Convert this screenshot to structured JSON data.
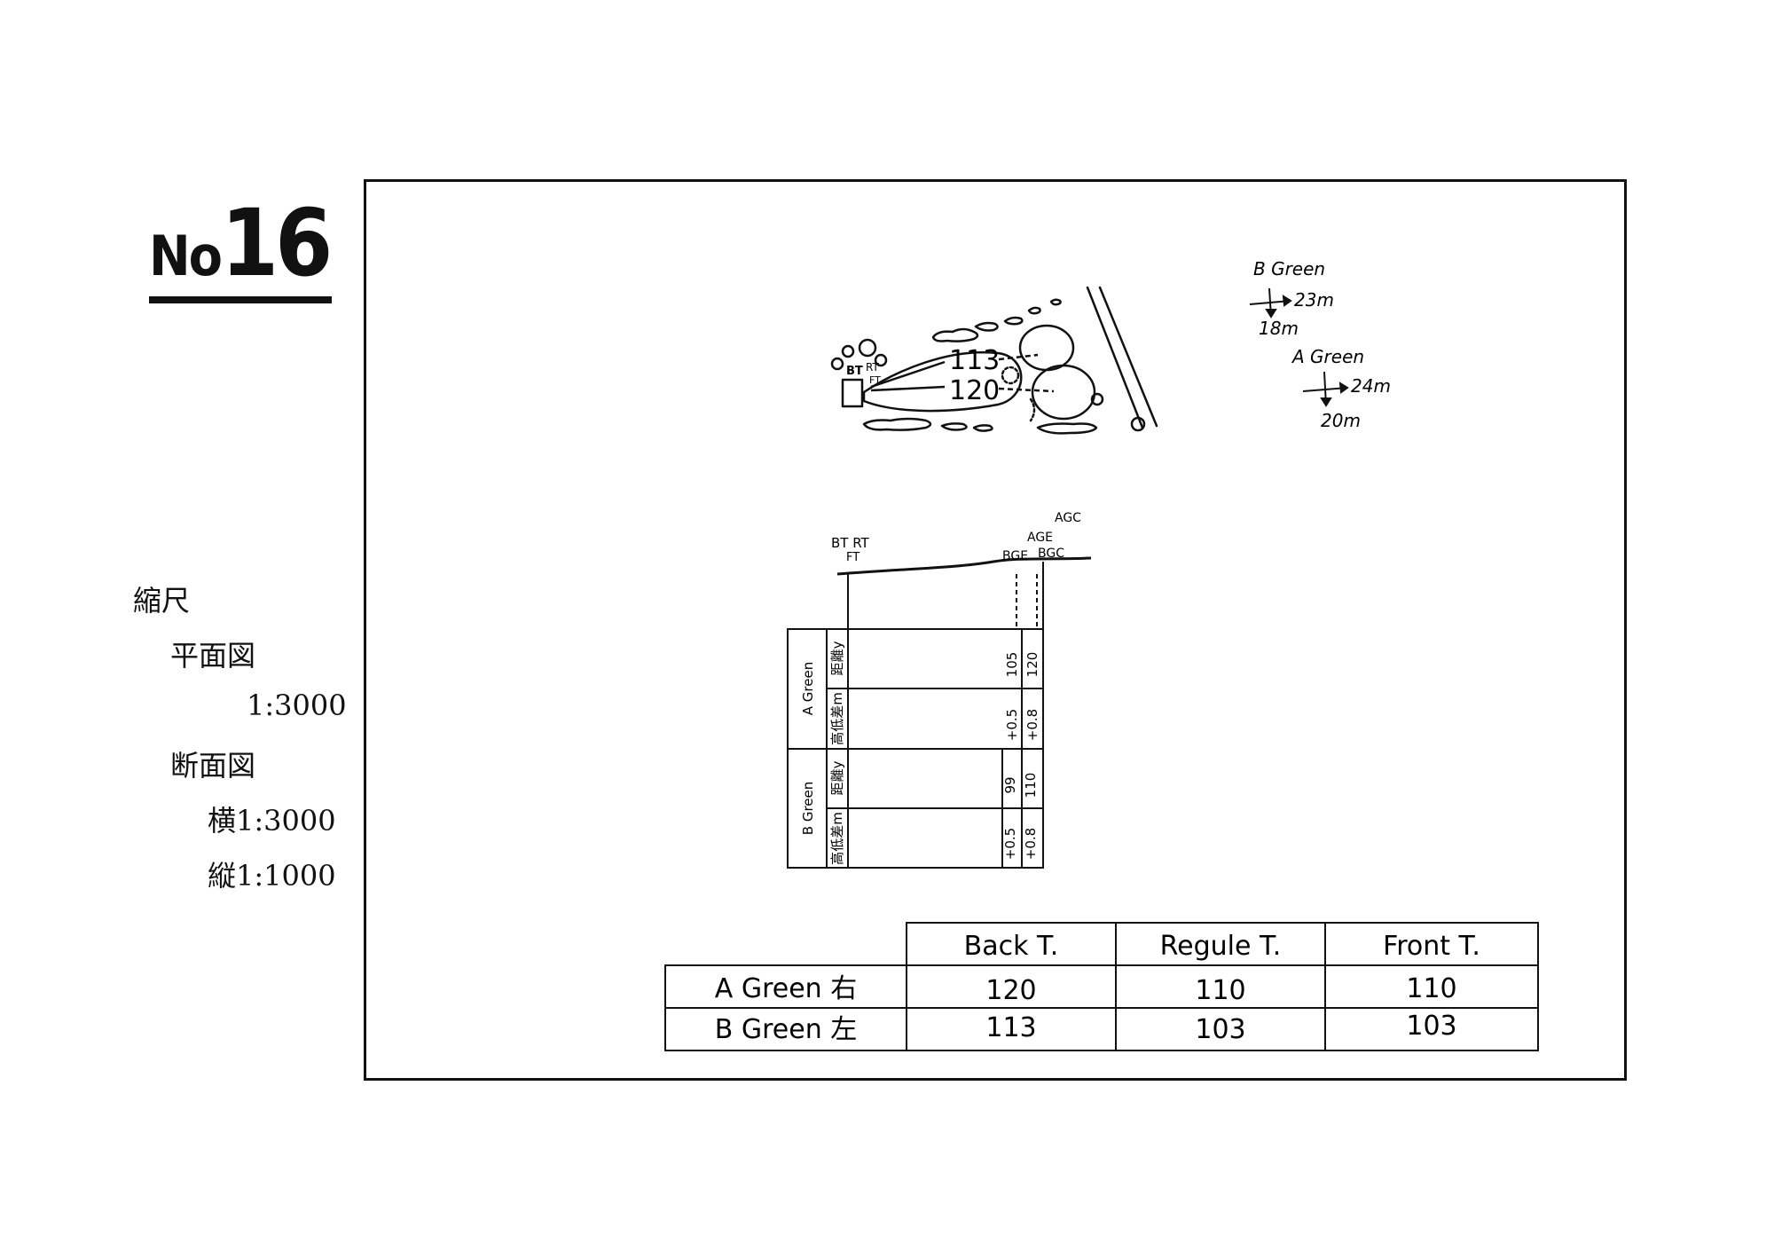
{
  "hole": {
    "prefix": "No",
    "number": "16"
  },
  "scale": {
    "heading": "縮尺",
    "plan_label": "平面図",
    "plan_ratio": "1:3000",
    "section_label": "断面図",
    "section_h": "横1:3000",
    "section_v": "縦1:1000"
  },
  "plan": {
    "dist_b": "113",
    "dist_a": "120",
    "tee_labels": {
      "bt": "BT",
      "rt": "RT",
      "ft": "FT"
    }
  },
  "green_dims": {
    "b": {
      "label": "B Green",
      "width": "23m",
      "depth": "18m"
    },
    "a": {
      "label": "A Green",
      "width": "24m",
      "depth": "20m"
    }
  },
  "profile": {
    "tee_label": "BT RT",
    "ft_label": "FT",
    "bge": "BGE",
    "bgc": "BGC",
    "age": "AGE",
    "agc": "AGC",
    "a_group": "A Green",
    "b_group": "B Green",
    "dist_label": "距離y",
    "elev_label": "高低差m",
    "a_dist_edge": "105",
    "a_dist_center": "120",
    "a_elev_edge": "+0.5",
    "a_elev_center": "+0.8",
    "b_dist_edge": "99",
    "b_dist_center": "110",
    "b_elev_edge": "+0.5",
    "b_elev_center": "+0.8"
  },
  "yardage": {
    "headers": [
      "Back T.",
      "Regule T.",
      "Front T."
    ],
    "rows": [
      {
        "label": "A Green 右",
        "values": [
          "120",
          "110",
          "110"
        ]
      },
      {
        "label": "B Green 左",
        "values": [
          "113",
          "103",
          "103"
        ]
      }
    ]
  }
}
